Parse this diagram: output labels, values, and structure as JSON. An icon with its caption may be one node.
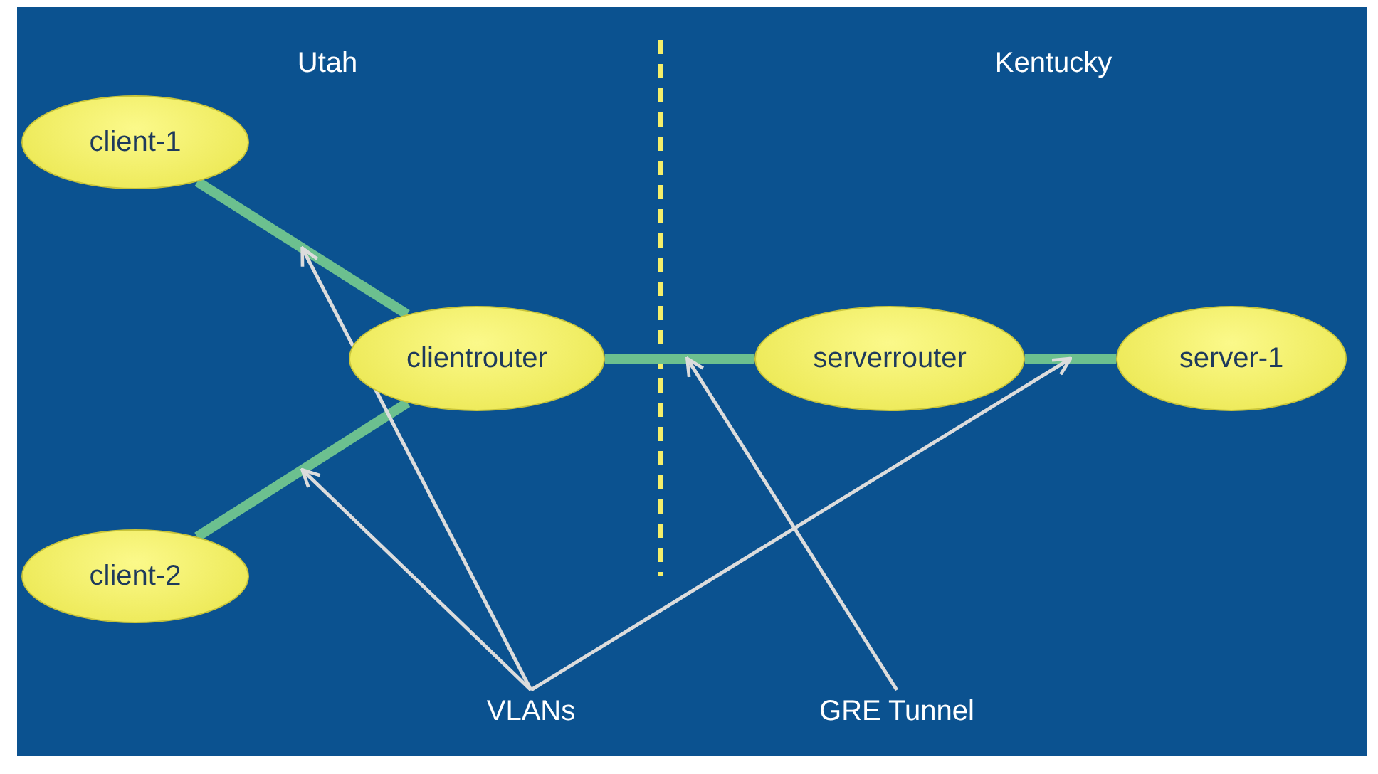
{
  "diagram": {
    "nodes": [
      {
        "text": [
          "client-1"
        ]
      },
      {
        "text": [
          "client-2"
        ]
      },
      {
        "text": [
          "clientrouter"
        ]
      },
      {
        "text": [
          "serverrouter"
        ]
      },
      {
        "text": [
          "server-1"
        ]
      },
      {
        "text": [
          "VLANs"
        ]
      },
      {
        "text": [
          "GRE Tunnel"
        ]
      }
    ],
    "edges": [
      {
        "from": 0,
        "to": 2,
        "arrow": "none",
        "style": "thick",
        "color": "#6cc08f"
      },
      {
        "from": 1,
        "to": 2,
        "arrow": "none",
        "style": "thick",
        "color": "#6cc08f"
      },
      {
        "from": 2,
        "to": 3,
        "arrow": "none",
        "style": "thick",
        "color": "#6cc08f"
      },
      {
        "from": 3,
        "to": 4,
        "arrow": "none",
        "style": "thick",
        "color": "#6cc08f"
      },
      {
        "from": 5,
        "to": null,
        "arrow": "to",
        "color": "#dcdcdc"
      },
      {
        "from": 5,
        "to": null,
        "arrow": "to",
        "color": "#dcdcdc"
      },
      {
        "from": 5,
        "to": null,
        "arrow": "to",
        "color": "#dcdcdc"
      },
      {
        "from": 6,
        "to": null,
        "arrow": "to",
        "color": "#dcdcdc"
      }
    ],
    "labels": [
      "Utah",
      "Kentucky"
    ]
  }
}
